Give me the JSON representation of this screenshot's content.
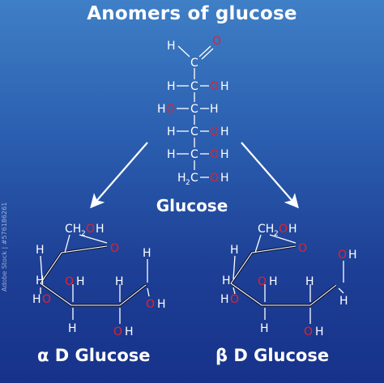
{
  "title": "Anomers of glucose",
  "labels": {
    "glucose": "Glucose",
    "alpha": "α D Glucose",
    "beta": "β D Glucose"
  },
  "side_note": "Adobe Stock | #576186261",
  "atoms": {
    "H": "H",
    "O": "O",
    "C": "C",
    "CH": "CH",
    "H2": "H",
    "sub2": "2"
  },
  "colors": {
    "oxygen": "#e8202a",
    "text": "#ffffff",
    "bond": "#ffffff",
    "ring_edge": "#111a3a"
  }
}
